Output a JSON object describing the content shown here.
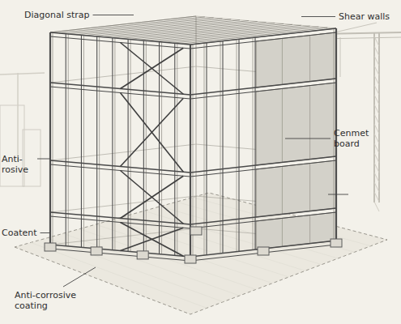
{
  "diagram": {
    "labels": [
      "Diagonal strap",
      "Shear walls",
      "Cenmet board",
      "Anti- rosive",
      "Coatent",
      "Anti-corrosive coating"
    ]
  }
}
